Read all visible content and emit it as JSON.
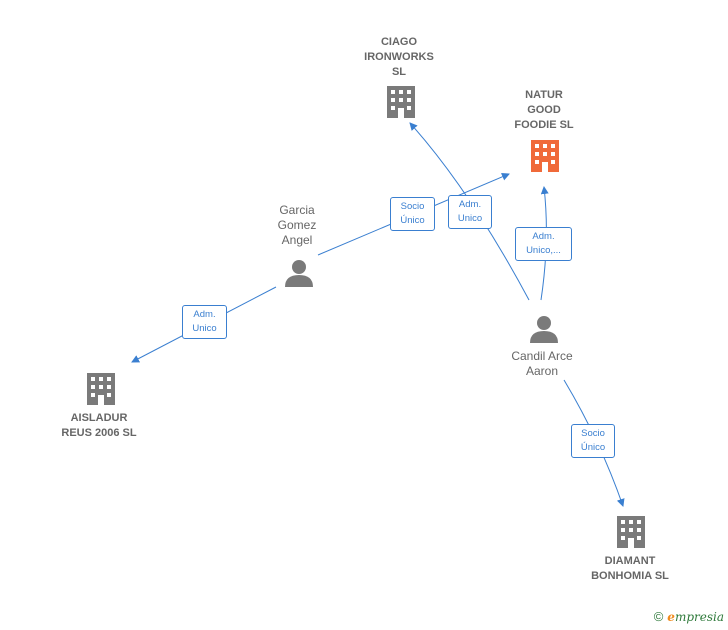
{
  "colors": {
    "edge": "#3a7fd0",
    "company": "#7a7a7a",
    "highlight": "#f06a3a",
    "person": "#7a7a7a"
  },
  "nodes": {
    "ciago": {
      "label": "CIAGO\nIRONWORKS\nSL",
      "icon": "building-icon"
    },
    "natur": {
      "label": "NATUR\nGOOD\nFOODIE  SL",
      "icon": "building-icon",
      "highlighted": true
    },
    "garcia": {
      "label": "Garcia\nGomez\nAngel",
      "icon": "person-icon"
    },
    "candil": {
      "label": "Candil Arce\nAaron",
      "icon": "person-icon"
    },
    "aisladur": {
      "label": "AISLADUR\nREUS 2006 SL",
      "icon": "building-icon"
    },
    "diamant": {
      "label": "DIAMANT\nBONHOMIA  SL",
      "icon": "building-icon"
    }
  },
  "edges": {
    "garcia_natur": "Socio\nÚnico",
    "candil_ciago": "Adm.\nUnico",
    "candil_natur": "Adm.\nUnico,...",
    "garcia_aisladur": "Adm.\nUnico",
    "candil_diamant": "Socio\nÚnico"
  },
  "footer": {
    "copyright": "©",
    "brand_first": "e",
    "brand_rest": "mpresia"
  }
}
